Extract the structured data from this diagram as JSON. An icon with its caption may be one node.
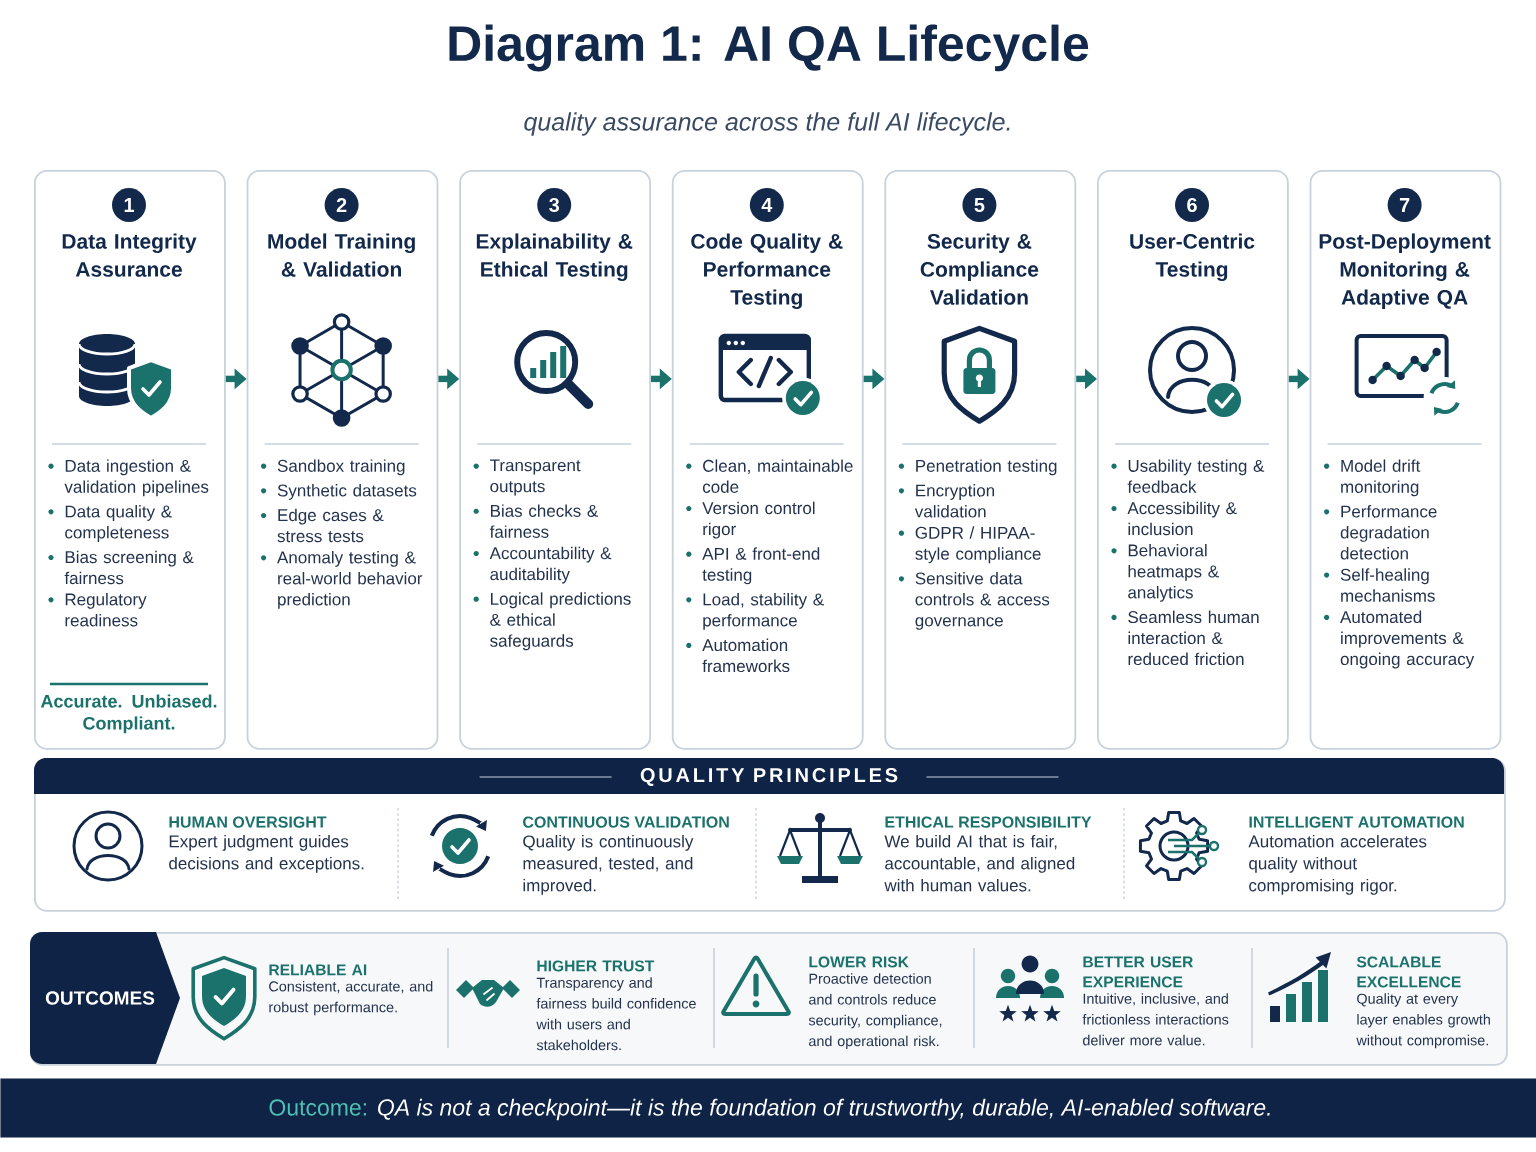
{
  "diagram": {
    "title": "Diagram 1: AI QA Lifecycle",
    "nodes": [
      {
        "text": [
          "1",
          "Data Integrity Assurance",
          "Data ingestion & validation pipelines",
          "Data quality & completeness",
          "Bias screening & fairness",
          "Regulatory readiness",
          "Accurate. Unbiased. Compliant."
        ]
      },
      {
        "text": [
          "2",
          "Model Training & Validation",
          "Sandbox training",
          "Synthetic datasets",
          "Edge cases & stress tests",
          "Anomaly testing & real-world behavior prediction"
        ]
      },
      {
        "text": [
          "3",
          "Explainability & Ethical Testing",
          "Transparent outputs",
          "Bias checks & fairness",
          "Accountability & auditability",
          "Logical predictions & ethical safeguards"
        ]
      },
      {
        "text": [
          "4",
          "Code Quality & Performance Testing",
          "Clean, maintainable code",
          "Version control rigor",
          "API & front-end testing",
          "Load, stability & performance",
          "Automation frameworks"
        ]
      },
      {
        "text": [
          "5",
          "Security & Compliance Validation",
          "Penetration testing",
          "Encryption validation",
          "GDPR / HIPAA-style compliance",
          "Sensitive data controls & access governance"
        ]
      },
      {
        "text": [
          "6",
          "User-Centric Testing",
          "Usability testing & feedback",
          "Accessibility & inclusion",
          "Behavioral heatmaps & analytics",
          "Seamless human interaction & reduced friction"
        ]
      },
      {
        "text": [
          "7",
          "Post-Deployment Monitoring & Adaptive QA",
          "Model drift monitoring",
          "Performance degradation detection",
          "Self-healing mechanisms",
          "Automated improvements & ongoing accuracy"
        ]
      },
      {
        "text": [
          "QUALITY PRINCIPLES"
        ]
      },
      {
        "text": [
          "HUMAN OVERSIGHT",
          "Expert judgment guides decisions and exceptions."
        ],
        "in": 7
      },
      {
        "text": [
          "CONTINUOUS VALIDATION",
          "Quality is continuously measured, tested, and improved."
        ],
        "in": 7
      },
      {
        "text": [
          "ETHICAL RESPONSIBILITY",
          "We build AI that is fair, accountable, and aligned with human values."
        ],
        "in": 7
      },
      {
        "text": [
          "INTELLIGENT AUTOMATION",
          "Automation accelerates quality without compromising rigor."
        ],
        "in": 7
      },
      {
        "text": [
          "OUTCOMES"
        ]
      },
      {
        "text": [
          "RELIABLE AI",
          "Consistent, accurate, and robust performance."
        ],
        "in": 12
      },
      {
        "text": [
          "HIGHER TRUST",
          "Transparency and fairness build confidence with users and stakeholders."
        ],
        "in": 12
      },
      {
        "text": [
          "LOWER RISK",
          "Proactive detection and controls reduce security, compliance, and operational risk."
        ],
        "in": 12
      },
      {
        "text": [
          "BETTER USER EXPERIENCE",
          "Intuitive, inclusive, and frictionless interactions deliver more value."
        ],
        "in": 12
      },
      {
        "text": [
          "SCALABLE EXCELLENCE",
          "Quality at every layer enables growth without compromise."
        ],
        "in": 12
      },
      {
        "text": [
          "Outcome:",
          "QA is not a checkpoint—it is the foundation of trustworthy, durable, AI-enabled software."
        ]
      }
    ],
    "edges": [
      {
        "from": 0,
        "to": 1,
        "arrow": "to"
      },
      {
        "from": 1,
        "to": 2,
        "arrow": "to"
      },
      {
        "from": 2,
        "to": 3,
        "arrow": "to"
      },
      {
        "from": 3,
        "to": 4,
        "arrow": "to"
      },
      {
        "from": 4,
        "to": 5,
        "arrow": "to"
      },
      {
        "from": 5,
        "to": 6,
        "arrow": "to"
      }
    ],
    "labels": [
      "quality assurance across the full AI lifecycle."
    ]
  }
}
